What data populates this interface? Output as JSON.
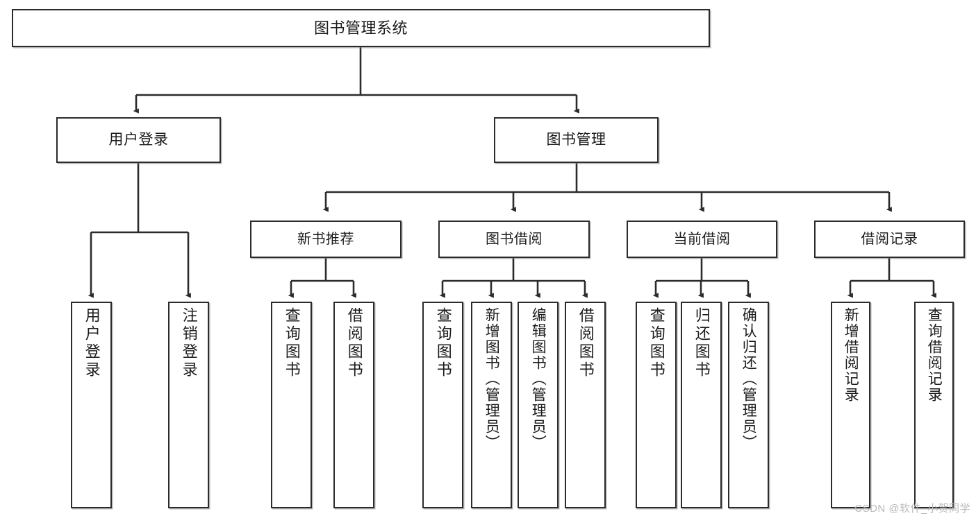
{
  "diagram": {
    "type": "tree",
    "title": "图书管理系统",
    "watermark": "CSDN @软件_小贺同学",
    "colors": {
      "background": "#ffffff",
      "box_border": "#2b2b2b",
      "box_fill": "#ffffff",
      "edge": "#2b2b2b",
      "text": "#1b1b1b",
      "watermark": "#b9b9b9"
    },
    "root": {
      "label": "图书管理系统"
    },
    "level2": [
      {
        "label": "用户登录"
      },
      {
        "label": "图书管理"
      }
    ],
    "level3": [
      {
        "label": "新书推荐"
      },
      {
        "label": "图书借阅"
      },
      {
        "label": "当前借阅"
      },
      {
        "label": "借阅记录"
      }
    ],
    "leaves": {
      "user_login": [
        {
          "label": "用户登录"
        },
        {
          "label": "注销登录"
        }
      ],
      "new_book_recommend": [
        {
          "label": "查询图书"
        },
        {
          "label": "借阅图书"
        }
      ],
      "book_borrow": [
        {
          "label": "查询图书"
        },
        {
          "label": "新增图书（管理员）"
        },
        {
          "label": "编辑图书（管理员）"
        },
        {
          "label": "借阅图书"
        }
      ],
      "current_borrow": [
        {
          "label": "查询图书"
        },
        {
          "label": "归还图书"
        },
        {
          "label": "确认归还（管理员）"
        }
      ],
      "borrow_record": [
        {
          "label": "新增借阅记录"
        },
        {
          "label": "查询借阅记录"
        }
      ]
    }
  }
}
